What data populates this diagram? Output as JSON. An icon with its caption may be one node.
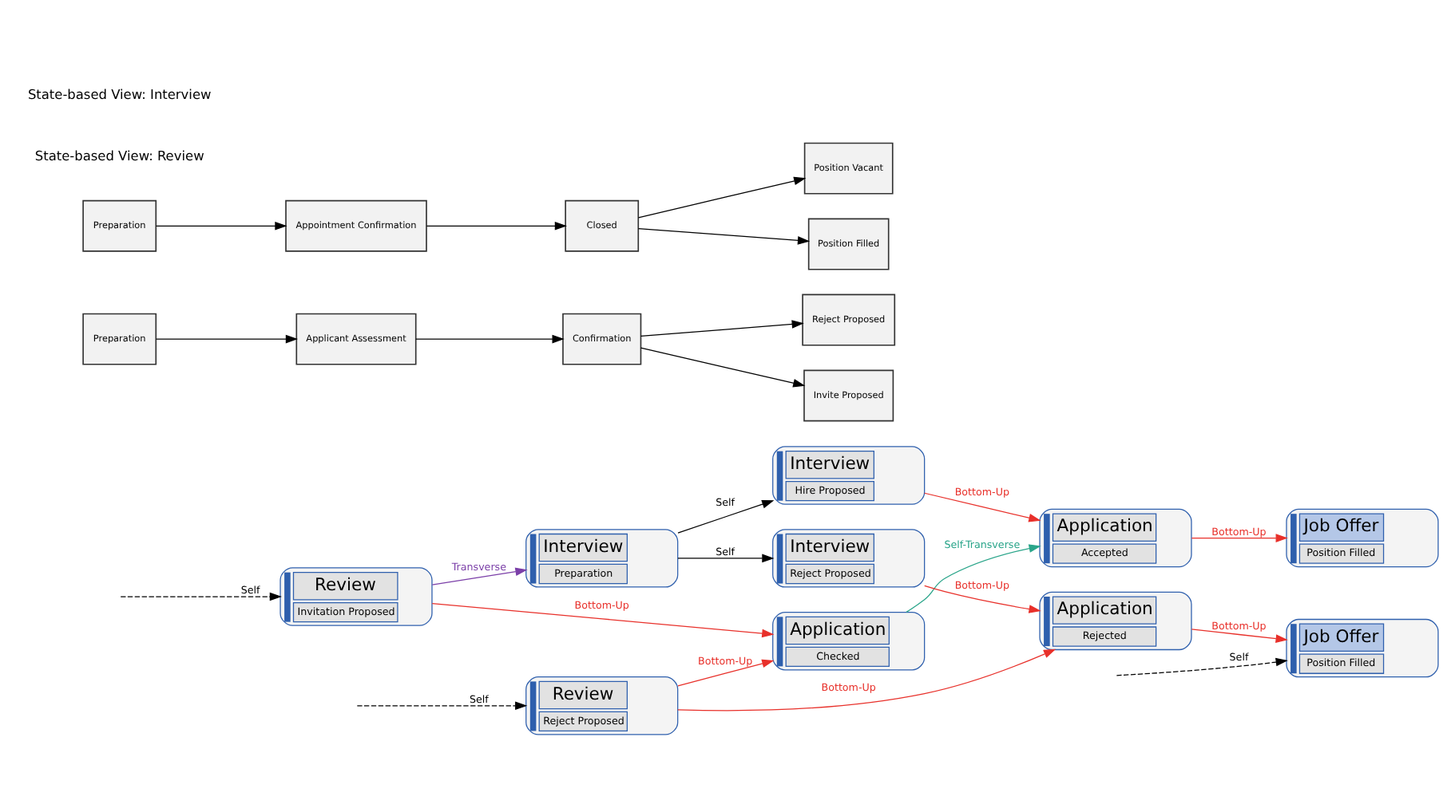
{
  "diagram": {
    "nodes": [
      {
        "text": [
          "Job Offer",
          "Position Filled"
        ]
      },
      {
        "text": [
          "Application",
          "Rejected"
        ]
      },
      {
        "text": [
          "Review",
          "Reject Proposed"
        ]
      },
      {
        "text": [
          "Application",
          "Checked"
        ]
      },
      {
        "text": [
          "Interview",
          "Reject Proposed"
        ]
      },
      {
        "text": [
          "Review",
          "Invitation Proposed"
        ]
      },
      {
        "text": [
          "Interview",
          "Preparation"
        ]
      },
      {
        "text": [
          "Interview",
          "Hire Proposed"
        ]
      },
      {
        "text": [
          "Application",
          "Accepted"
        ]
      },
      {
        "text": [
          "Job Offer",
          "Position Filled"
        ]
      },
      {
        "text": [
          "Preparation"
        ]
      },
      {
        "text": [
          "Applicant Assessment"
        ]
      },
      {
        "text": [
          "Confirmation"
        ]
      },
      {
        "text": [
          "Reject Proposed"
        ]
      },
      {
        "text": [
          "Invite Proposed"
        ]
      },
      {
        "text": [
          "Preparation"
        ]
      },
      {
        "text": [
          "Appointment Confirmation"
        ]
      },
      {
        "text": [
          "Closed"
        ]
      },
      {
        "text": [
          "Position Vacant"
        ]
      },
      {
        "text": [
          "Position Filled"
        ]
      }
    ],
    "edges": [
      {
        "from": null,
        "to": 0,
        "arrow": "to",
        "label": "Self",
        "style": "dashed"
      },
      {
        "from": null,
        "to": 2,
        "arrow": "to",
        "label": "Self",
        "style": "dashed"
      },
      {
        "from": null,
        "to": 5,
        "arrow": "to",
        "label": "Self",
        "style": "dashed"
      },
      {
        "from": 2,
        "to": 3,
        "arrow": "to",
        "label": "Bottom-Up",
        "color": "#e8302a"
      },
      {
        "from": 2,
        "to": 1,
        "arrow": "to",
        "label": "Bottom-Up",
        "color": "#e8302a"
      },
      {
        "from": 5,
        "to": 3,
        "arrow": "to",
        "label": "Bottom-Up",
        "color": "#e8302a"
      },
      {
        "from": 5,
        "to": 6,
        "arrow": "to",
        "label": "Transverse",
        "color": "#7b3fa8"
      },
      {
        "from": 6,
        "to": 4,
        "arrow": "to",
        "label": "Self"
      },
      {
        "from": 6,
        "to": 7,
        "arrow": "to",
        "label": "Self"
      },
      {
        "from": 3,
        "to": 8,
        "arrow": "to",
        "label": "Self-Transverse",
        "color": "#2aa58a"
      },
      {
        "from": 4,
        "to": 1,
        "arrow": "to",
        "label": "Bottom-Up",
        "color": "#e8302a"
      },
      {
        "from": 1,
        "to": 0,
        "arrow": "to",
        "label": "Bottom-Up",
        "color": "#e8302a"
      },
      {
        "from": 7,
        "to": 8,
        "arrow": "to",
        "label": "Bottom-Up",
        "color": "#e8302a"
      },
      {
        "from": 8,
        "to": 9,
        "arrow": "to",
        "label": "Bottom-Up",
        "color": "#e8302a"
      },
      {
        "from": 10,
        "to": 11,
        "arrow": "to"
      },
      {
        "from": 11,
        "to": 12,
        "arrow": "to"
      },
      {
        "from": 12,
        "to": 13,
        "arrow": "to"
      },
      {
        "from": 12,
        "to": 14,
        "arrow": "to"
      },
      {
        "from": 15,
        "to": 16,
        "arrow": "to"
      },
      {
        "from": 16,
        "to": 17,
        "arrow": "to"
      },
      {
        "from": 17,
        "to": 18,
        "arrow": "to"
      },
      {
        "from": 17,
        "to": 19,
        "arrow": "to"
      }
    ],
    "labels": [
      "State-based View: Review",
      "State-based View: Interview"
    ]
  }
}
